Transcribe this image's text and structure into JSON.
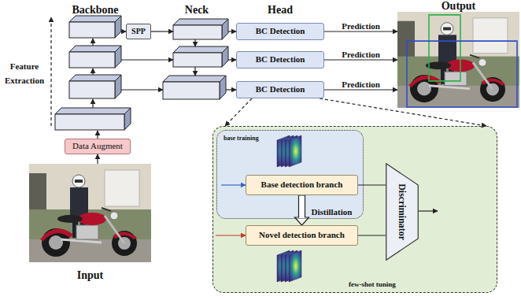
{
  "diagram": {
    "nodes": [
      {
        "text": [
          "Data Augment"
        ]
      },
      {
        "text": [
          "SPP"
        ]
      },
      {
        "text": [
          "BC Detection"
        ]
      },
      {
        "text": [
          "BC Detection"
        ]
      },
      {
        "text": [
          "BC Detection"
        ]
      },
      {
        "text": [
          "Output"
        ]
      },
      {
        "text": [
          "Input"
        ]
      },
      {
        "text": [
          "few-shot tuning"
        ]
      },
      {
        "text": [
          "base training"
        ],
        "in": 7
      },
      {
        "text": [
          "Base detection branch"
        ],
        "in": 8
      },
      {
        "text": [
          "Novel detection branch"
        ],
        "in": 7
      },
      {
        "text": [
          "Discriminator"
        ],
        "in": 7
      }
    ],
    "edges": [
      {
        "from": 6,
        "to": 0,
        "arrow": "to"
      },
      {
        "from": 2,
        "to": 5,
        "label": "Prediction",
        "arrow": "to"
      },
      {
        "from": 3,
        "to": 5,
        "label": "Prediction",
        "arrow": "to"
      },
      {
        "from": 4,
        "to": 5,
        "label": "Prediction",
        "arrow": "to"
      },
      {
        "from": 9,
        "to": 10,
        "label": "Distillation",
        "arrow": "to"
      },
      {
        "from": 9,
        "to": 11,
        "arrow": "none"
      },
      {
        "from": 10,
        "to": 11,
        "arrow": "none"
      },
      {
        "from": 4,
        "to": 7,
        "arrow": "to"
      },
      {
        "from": 4,
        "to": 7,
        "arrow": "to"
      }
    ],
    "labels": [
      "Backbone",
      "Neck",
      "Head",
      "Feature Extraction"
    ]
  }
}
